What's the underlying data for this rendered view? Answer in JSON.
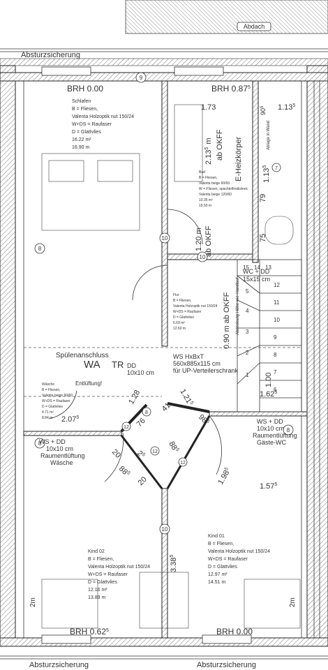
{
  "roof_label": "Abdach",
  "fall_protection": {
    "top": "Absturzsicherung",
    "bottom_left": "Absturzsicherung",
    "bottom_right": "Absturzsicherung"
  },
  "brh": {
    "schlafen": "BRH 0.00",
    "bad": "BRH 0.87",
    "bad_sup": "5",
    "kind02": "BRH 0.62",
    "kind02_sup": "5",
    "kind01": "BRH 0.00"
  },
  "rooms": {
    "schlafen": {
      "lines": [
        "Schlafen",
        "B = Fliesen,",
        "Valenta Holzoptik nut 150/24",
        "W+DS = Raufaser",
        "D = Glattvlies",
        "16.22 m²",
        "16.90 m"
      ]
    },
    "bad": {
      "lines": [
        "Bad",
        "B = Fliesen,",
        "Valenta beige 60/60",
        "W = Fliesen, spachtelfrei&streic",
        "Valenta beige 120/60",
        "10.35 m²",
        "19.50 m"
      ]
    },
    "flur": {
      "lines": [
        "Flur",
        "B = Fliesen,",
        "Valenta Holzoptik nut 150/24",
        "W+DS = Raufaser",
        "D = Glattvlies",
        "6.69 m²",
        "12.60 m"
      ]
    },
    "waesche": {
      "lines": [
        "Wäsche",
        "B = Fliesen,",
        "Valenta beige 60/60",
        "W+DS = Raufaser",
        "D = Glattvlies",
        "4.71 m²",
        "8.84 m"
      ]
    },
    "kind02": {
      "lines": [
        "Kind 02",
        "B = Fliesen,",
        "Valenta Holzoptik nut 150/24",
        "W+DS = Raufaser",
        "D = Glattvlies",
        "12.16 m²",
        "13.89 m"
      ]
    },
    "kind01": {
      "lines": [
        "Kind 01",
        "B = Fliesen,",
        "Valenta Holzoptik nut 150/24",
        "W+DS = Raufaser",
        "D = Glattvlies",
        "12.97 m²",
        "14.51 m"
      ]
    }
  },
  "annotations": {
    "heizkoerper": "E-Heizkörper",
    "bad_height": "2.13",
    "bad_height_sup": "5",
    "bad_height_unit": "m",
    "okff": "ab OKFF",
    "ablage": "Ablage in Wand",
    "door_height": "1.20 m",
    "door_okff": "ab OKFF",
    "stair_height": "0.90 m ab OKFF",
    "stair_note": "Abdeckung Höhe wie Handlauf",
    "spuelen": "Spülenanschluss",
    "wa": "WA",
    "tr": "TR",
    "dd": "DD",
    "dd_size": "10x10 cm",
    "entlueftung": "Entlüftung!",
    "ws": "WS HxBxT",
    "ws_size": "560x885x115 cm",
    "ws_for": "für UP-Verteilerschrank",
    "ws_dd_right": "WS + DD",
    "size_right": "10x10 cm",
    "vent_right": "Raumentlüftung",
    "vent_right_room": "Gäste-WC",
    "ws_dd_left": "WS + DD",
    "size_left": "10x10 cm",
    "vent_left": "Raumentlüftung",
    "vent_left_room": "Wäsche",
    "wc_label": "WC + DD",
    "wc_size": "15x15 cm",
    "bed_dim_left": "2m",
    "bed_dim_right": "2m"
  },
  "dimensions": {
    "d173": "1.73",
    "d90": "90",
    "d90_sup": "5",
    "d113": "1.13",
    "d113_sup": "5",
    "d1135": "1.13",
    "d1135_sup": "5",
    "d79": "79",
    "d75": "75",
    "d207": "2.07",
    "d207_sup": "5",
    "d128": "1.28",
    "d121": "1.21",
    "d121_sup": "5",
    "d41": "41",
    "d76": "76",
    "d98": "98",
    "d98_sup": "5",
    "d20a": "20",
    "d885a": "88",
    "d885a_sup": "5",
    "d20b": "20",
    "d25": "2",
    "d25_sup": "5",
    "d885b": "88",
    "d885b_sup": "5",
    "d198": "1.98",
    "d198_sup": "5",
    "d157": "1.57",
    "d157_sup": "5",
    "d338": "3.38",
    "d338_sup": "5",
    "d162": "1.62",
    "d162_sup": "5",
    "d100": "1.00",
    "d8a": "8",
    "d8b": "8",
    "d8c": "8",
    "d9": "9",
    "d10a": "10",
    "d10b": "10",
    "d10c": "10",
    "d12": "12",
    "d12b": "12",
    "d12c": "12",
    "d7": "7",
    "d8d": "8"
  },
  "stairs": [
    "15",
    "14",
    "13",
    "12",
    "11",
    "10",
    "9",
    "8",
    "7",
    "6",
    "5",
    "4",
    "3",
    "2",
    "1"
  ]
}
